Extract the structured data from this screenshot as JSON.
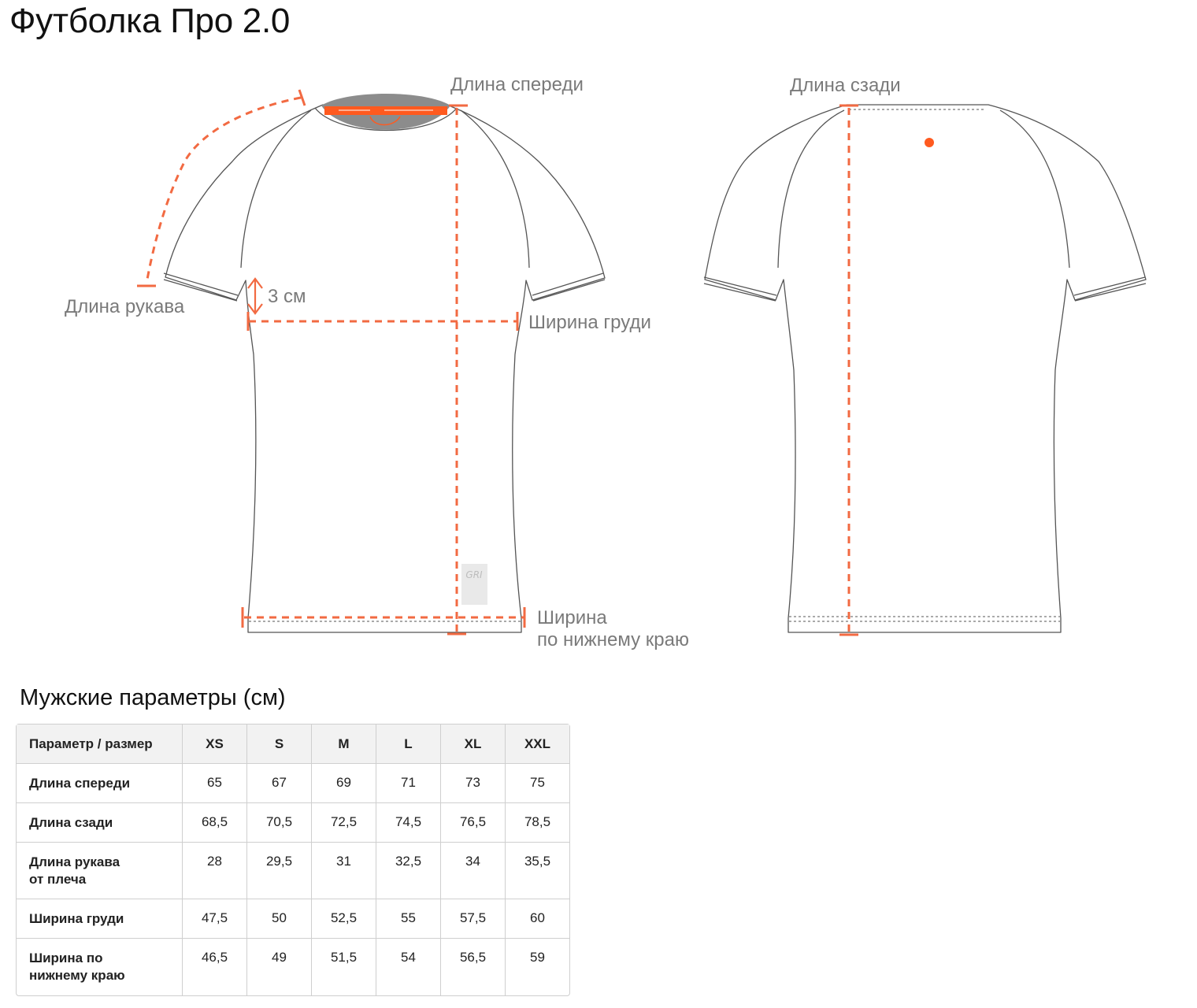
{
  "title": "Футболка Про 2.0",
  "diagram": {
    "labels": {
      "front_length": "Длина спереди",
      "back_length": "Длина сзади",
      "sleeve_length": "Длина рукава",
      "offset": "3 см",
      "chest_width": "Ширина груди",
      "hem_width": "Ширина\nпо нижнему краю"
    },
    "logo_text": "GRI",
    "colors": {
      "measure": "#f26a42",
      "accent": "#ff5a1f",
      "outline": "#555555",
      "collar": "#8c8c8c"
    }
  },
  "table": {
    "title": "Мужские параметры (см)",
    "header": [
      "Параметр / размер",
      "XS",
      "S",
      "M",
      "L",
      "XL",
      "XXL"
    ],
    "rows": [
      {
        "name": "Длина спереди",
        "values": [
          "65",
          "67",
          "69",
          "71",
          "73",
          "75"
        ]
      },
      {
        "name": "Длина сзади",
        "values": [
          "68,5",
          "70,5",
          "72,5",
          "74,5",
          "76,5",
          "78,5"
        ]
      },
      {
        "name": "Длина рукава\nот плеча",
        "values": [
          "28",
          "29,5",
          "31",
          "32,5",
          "34",
          "35,5"
        ]
      },
      {
        "name": "Ширина груди",
        "values": [
          "47,5",
          "50",
          "52,5",
          "55",
          "57,5",
          "60"
        ]
      },
      {
        "name": "Ширина по\nнижнему краю",
        "values": [
          "46,5",
          "49",
          "51,5",
          "54",
          "56,5",
          "59"
        ]
      }
    ]
  }
}
